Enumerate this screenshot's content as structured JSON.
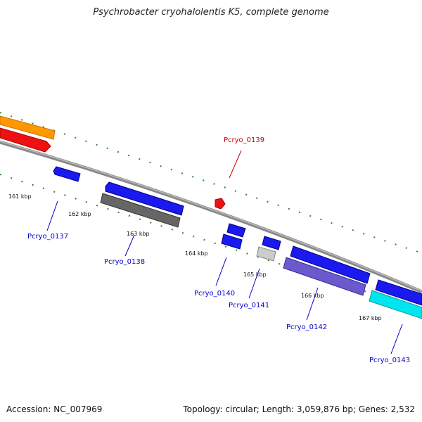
{
  "title": "Psychrobacter cryohalolentis K5, complete genome",
  "footer": {
    "accession": "Accession: NC_007969",
    "summary": "Topology: circular; Length: 3,059,876 bp; Genes: 2,532"
  },
  "scale_labels": [
    "161 kbp",
    "162 kbp",
    "163 kbp",
    "164 kbp",
    "165 kbp",
    "166 kbp",
    "167 kbp"
  ],
  "genes": [
    {
      "label": "Pcryo_0137",
      "color": "#0000cc"
    },
    {
      "label": "Pcryo_0138",
      "color": "#0000cc"
    },
    {
      "label": "Pcryo_0139",
      "color": "#cc0000"
    },
    {
      "label": "Pcryo_0140",
      "color": "#0000cc"
    },
    {
      "label": "Pcryo_0141",
      "color": "#0000cc"
    },
    {
      "label": "Pcryo_0142",
      "color": "#0000cc"
    },
    {
      "label": "Pcryo_0143",
      "color": "#0000cc"
    }
  ],
  "colors": {
    "backbone": "#888888",
    "tick": "#2e8b2e",
    "cds_blue": "#1a1aee",
    "cds_red": "#ee1111",
    "cds_orange": "#ff9900",
    "cds_gray": "#666666",
    "cds_lightgray": "#cccccc",
    "cds_purple": "#6a5acd",
    "cds_cyan": "#00e5ee"
  }
}
